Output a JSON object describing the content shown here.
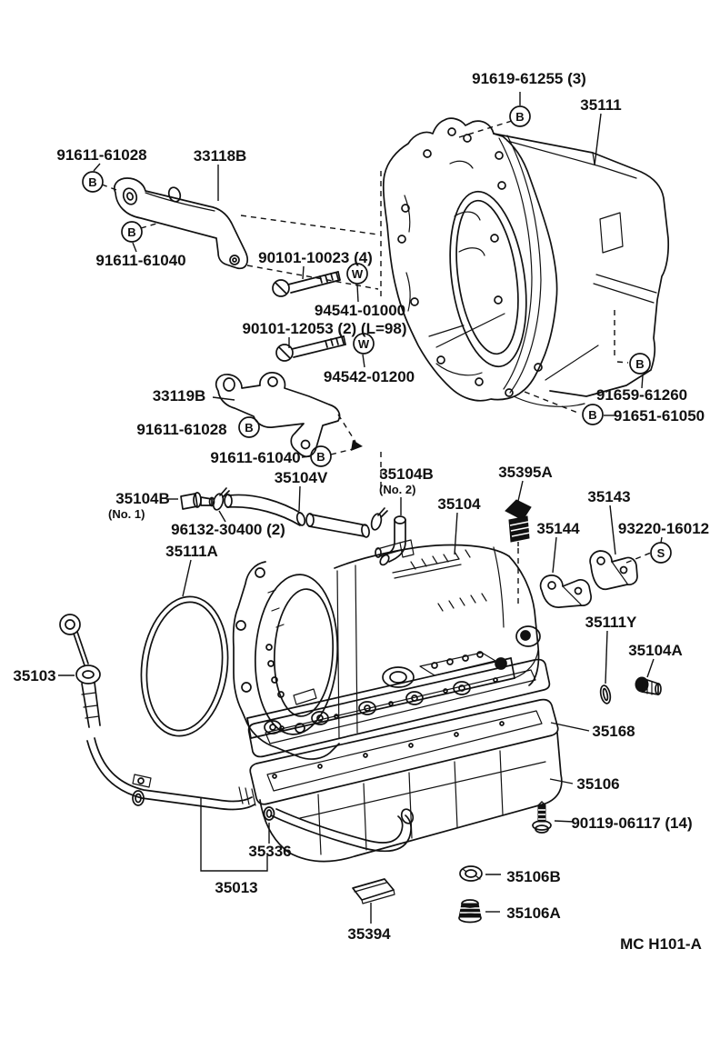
{
  "drawing_code": "MC H101-A",
  "callouts": {
    "b": "B",
    "w": "W",
    "s": "S"
  },
  "labels": [
    {
      "text": "91619-61255 (3)"
    },
    {
      "text": "35111"
    },
    {
      "text": "91611-61028"
    },
    {
      "text": "33118B"
    },
    {
      "text": "91611-61040"
    },
    {
      "text": "90101-10023 (4)"
    },
    {
      "text": "94541-01000"
    },
    {
      "text": "90101-12053 (2) (L=98)"
    },
    {
      "text": "94542-01200"
    },
    {
      "text": "33119B"
    },
    {
      "text": "91611-61028"
    },
    {
      "text": "91611-61040"
    },
    {
      "text": "91659-61260"
    },
    {
      "text": "91651-61050"
    },
    {
      "text": "35104B"
    },
    {
      "text": "(No. 1)"
    },
    {
      "text": "96132-30400 (2)"
    },
    {
      "text": "35111A"
    },
    {
      "text": "35104V"
    },
    {
      "text": "35104B"
    },
    {
      "text": "(No. 2)"
    },
    {
      "text": "35104"
    },
    {
      "text": "35395A"
    },
    {
      "text": "35144"
    },
    {
      "text": "35143"
    },
    {
      "text": "93220-16012"
    },
    {
      "text": "35111Y"
    },
    {
      "text": "35104A"
    },
    {
      "text": "35103"
    },
    {
      "text": "35168"
    },
    {
      "text": "35106"
    },
    {
      "text": "90119-06117 (14)"
    },
    {
      "text": "35336"
    },
    {
      "text": "35013"
    },
    {
      "text": "35394"
    },
    {
      "text": "35106B"
    },
    {
      "text": "35106A"
    }
  ]
}
